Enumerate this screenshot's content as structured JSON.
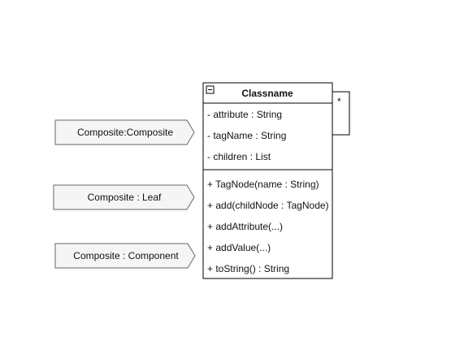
{
  "class_box": {
    "title": "Classname",
    "multiplicity": "*",
    "attributes": [
      "- attribute : String",
      "- tagName : String",
      "- children : List"
    ],
    "operations": [
      "+ TagNode(name : String)",
      "+ add(childNode : TagNode)",
      "+ addAttribute(...)",
      "+ addValue(...)",
      "+ toString() : String"
    ]
  },
  "roles": [
    "Composite:Composite",
    "Composite : Leaf",
    "Composite : Component"
  ],
  "colors": {
    "stroke": "#000000",
    "role_fill": "#f5f5f5",
    "role_stroke": "#666666"
  },
  "icons": {
    "collapse": "minus-box-icon"
  }
}
